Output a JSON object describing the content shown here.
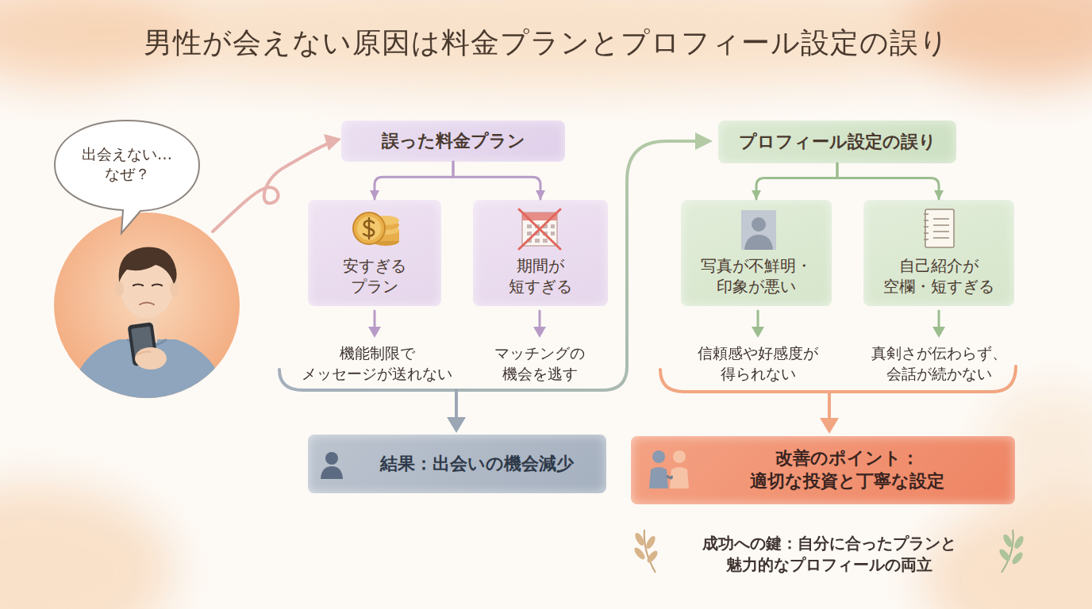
{
  "diagram": {
    "title": "男性が会えない原因は料金プランとプロフィール設定の誤り",
    "nodes": [
      {
        "text": [
          "出会えない… なぜ？"
        ]
      },
      {
        "text": [
          "誤った料金プラン"
        ]
      },
      {
        "text": [
          "安すぎる プラン"
        ]
      },
      {
        "text": [
          "期間が 短すぎる"
        ]
      },
      {
        "text": [
          "プロフィール設定の誤り"
        ]
      },
      {
        "text": [
          "写真が不鮮明・ 印象が悪い"
        ]
      },
      {
        "text": [
          "自己紹介が 空欄・短すぎる"
        ]
      },
      {
        "text": [
          "結果：出会いの機会減少"
        ]
      },
      {
        "text": [
          "改善のポイント： 適切な投資と丁寧な設定"
        ]
      }
    ],
    "edges": [
      {
        "from": 1,
        "to": 2,
        "arrow": "to"
      },
      {
        "from": 1,
        "to": 3,
        "arrow": "to"
      },
      {
        "from": 4,
        "to": 5,
        "arrow": "to"
      },
      {
        "from": 4,
        "to": 6,
        "arrow": "to"
      }
    ],
    "labels": [
      "機能制限で メッセージが送れない",
      "マッチングの 機会を逃す",
      "信頼感や好感度が 得られない",
      "真剣さが伝わらず、 会話が続かない",
      "成功への鍵：自分に合ったプランと 魅力的なプロフィールの両立"
    ]
  }
}
